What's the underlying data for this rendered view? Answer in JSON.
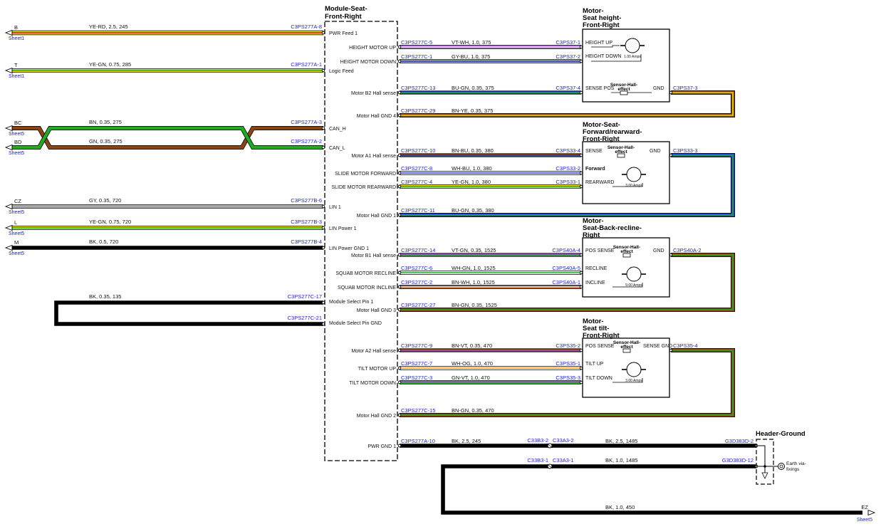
{
  "colors": {
    "YE": "#e8e000",
    "RD": "#e02020",
    "GN": "#22aa22",
    "BN": "#8b4513",
    "GY": "#a9a9a9",
    "BK": "#000000",
    "VT": "#a050d0",
    "WH": "#f4f4f4",
    "BU": "#2040d0",
    "OG": "#ff9900",
    "connector_text": "#1c1ccc"
  },
  "left_wires": [
    {
      "term": "B",
      "sheet": "Sheet1",
      "spec": "YE-RD, 2.5, 245",
      "conn": "C3PS277A-8",
      "pin": "PWR Feed 1",
      "c": [
        "YE",
        "RD"
      ]
    },
    {
      "term": "T",
      "sheet": "Sheet1",
      "spec": "YE-GN, 0.75, 285",
      "conn": "C3PS277A-1",
      "pin": "Logic Feed",
      "c": [
        "YE",
        "GN"
      ]
    },
    {
      "term": "BC",
      "sheet": "Sheet5",
      "spec": "BN, 0.35, 275",
      "conn": "C3PS277A-3",
      "pin": "CAN_H",
      "c": [
        "BN"
      ]
    },
    {
      "term": "BD",
      "sheet": "Sheet5",
      "spec": "GN, 0.35, 275",
      "conn": "C3PS277A-2",
      "pin": "CAN_L",
      "c": [
        "GN"
      ]
    },
    {
      "term": "CZ",
      "sheet": "Sheet5",
      "spec": "GY, 0.35, 720",
      "conn": "C3PS277B-6",
      "pin": "LIN 1",
      "c": [
        "GY"
      ]
    },
    {
      "term": "L",
      "sheet": "Sheet5",
      "spec": "YE-GN, 0.75, 720",
      "conn": "C3PS277B-3",
      "pin": "LIN Power 1",
      "c": [
        "YE",
        "GN"
      ]
    },
    {
      "term": "M",
      "sheet": "Sheet5",
      "spec": "BK, 0.5, 720",
      "conn": "C3PS277B-4",
      "pin": "LIN Power GND 1",
      "c": [
        "BK"
      ]
    }
  ],
  "module_select": {
    "spec": "BK, 0.35, 135",
    "conn1": "C3PS277C-17",
    "pin1": "Module Select Pin 1",
    "conn2": "C3PS277C-21",
    "pin2": "Module Select Pin GND"
  },
  "module": {
    "title1": "Module-Seat-",
    "title2": "Front-Right"
  },
  "right_wires": [
    {
      "pin": "HEIGHT MOTOR UP",
      "conn": "C3PS277C-5",
      "spec": "VT-WH, 1.0, 375",
      "conn2": "C3PS37-1",
      "c": [
        "VT",
        "WH"
      ]
    },
    {
      "pin": "HEIGHT MOTOR DOWN",
      "conn": "C3PS277C-1",
      "spec": "GY-BU, 1.0, 375",
      "conn2": "C3PS37-2",
      "c": [
        "GY",
        "BU"
      ]
    },
    {
      "pin": "Motor B2 Hall sense",
      "conn": "C3PS277C-13",
      "spec": "BU-GN, 0.35, 375",
      "conn2": "C3PS37-4",
      "c": [
        "BU",
        "GN"
      ]
    },
    {
      "pin": "Motor Hall GND 4",
      "conn": "C3PS277C-29",
      "spec": "BN-YE, 0.35, 375",
      "conn2": "",
      "c": [
        "BN",
        "YE"
      ]
    },
    {
      "pin": "Motor A1 Hall sense",
      "conn": "C3PS277C-10",
      "spec": "BN-BU, 0.35, 380",
      "conn2": "C3PS33-4",
      "c": [
        "BN",
        "BU"
      ]
    },
    {
      "pin": "SLIDE MOTOR FORWARD",
      "conn": "C3PS277C-8",
      "spec": "WH-BU, 1.0, 380",
      "conn2": "C3PS33-2",
      "c": [
        "WH",
        "BU"
      ]
    },
    {
      "pin": "SLIDE MOTOR REARWARD",
      "conn": "C3PS277C-4",
      "spec": "YE-GN, 1.0, 380",
      "conn2": "C3PS33-1",
      "c": [
        "YE",
        "GN"
      ]
    },
    {
      "pin": "Motor Hall GND 1",
      "conn": "C3PS277C-11",
      "spec": "BU-GN, 0.35, 380",
      "conn2": "",
      "c": [
        "BU",
        "GN"
      ]
    },
    {
      "pin": "Motor B1 Hall sense",
      "conn": "C3PS277C-14",
      "spec": "VT-GN, 0.35, 1525",
      "conn2": "C3PS40A-4",
      "c": [
        "VT",
        "GN"
      ]
    },
    {
      "pin": "SQUAB MOTOR RECLINE",
      "conn": "C3PS277C-6",
      "spec": "WH-GN, 1.0, 1525",
      "conn2": "C3PS40A-5",
      "c": [
        "WH",
        "GN"
      ]
    },
    {
      "pin": "SQUAB MOTOR INCLINE",
      "conn": "C3PS277C-2",
      "spec": "BN-WH, 1.0, 1525",
      "conn2": "C3PS40A-1",
      "c": [
        "BN",
        "WH"
      ]
    },
    {
      "pin": "Motor Hall GND 3",
      "conn": "C3PS277C-27",
      "spec": "BN-GN, 0.35, 1525",
      "conn2": "",
      "c": [
        "BN",
        "GN"
      ]
    },
    {
      "pin": "Motor A2 Hall sense",
      "conn": "C3PS277C-9",
      "spec": "BN-VT, 0.35, 470",
      "conn2": "C3PS35-2",
      "c": [
        "BN",
        "VT"
      ]
    },
    {
      "pin": "TILT MOTOR UP",
      "conn": "C3PS277C-7",
      "spec": "WH-OG, 1.0, 470",
      "conn2": "C3PS35-1",
      "c": [
        "WH",
        "OG"
      ]
    },
    {
      "pin": "TILT MOTOR DOWN",
      "conn": "C3PS277C-3",
      "spec": "GN-VT, 1.0, 470",
      "conn2": "C3PS35-3",
      "c": [
        "GN",
        "VT"
      ]
    },
    {
      "pin": "Motor Hall GND 2",
      "conn": "C3PS277C-15",
      "spec": "BN-GN, 0.35, 470",
      "conn2": "",
      "c": [
        "BN",
        "GN"
      ]
    }
  ],
  "motors": [
    {
      "title": [
        "Motor-",
        "Seat height-",
        "Front-Right"
      ],
      "labels": [
        "HEIGHT UP",
        "HEIGHT DOWN",
        "SENSE POS",
        "GND"
      ],
      "amps": "1.00 Amps",
      "hall": [
        "Sensor-Hall-",
        "effect"
      ],
      "gnd_conn": "C3PS37-3",
      "strong": false
    },
    {
      "title": [
        "Motor-Seat-",
        "Forward/rearward-",
        "Front-Right"
      ],
      "labels": [
        "SENSE",
        "GND",
        "Forward",
        "REARWARD"
      ],
      "amps": "3.00 Amps",
      "hall": [
        "Sensor-Hall-",
        "effect"
      ],
      "gnd_conn": "C3PS33-3",
      "strong": true
    },
    {
      "title": [
        "Motor-",
        "Seat-Back-recline-",
        "Right"
      ],
      "labels": [
        "POS SENSE",
        "GND",
        "RECLINE",
        "INCLINE"
      ],
      "amps": "9.00 Amps",
      "hall": [
        "Sensor-Hall-",
        "effect"
      ],
      "gnd_conn": "C3PS40A-2",
      "strong": false
    },
    {
      "title": [
        "Motor-",
        "Seat tilt-",
        "Front-Right"
      ],
      "labels": [
        "POS SENSE",
        "SENSE GND",
        "TILT UP",
        "TILT DOWN"
      ],
      "amps": "3.00 Amps",
      "hall": [
        "Sensor-Hall-",
        "effect"
      ],
      "gnd_conn": "C3PS35-4",
      "strong": false
    }
  ],
  "ground": {
    "pin": "PWR GND 1",
    "w1_conn": "C3PS277A-10",
    "w1_spec": "BK, 2.5, 245",
    "inline_a1": "C33B3-2",
    "inline_a2": "C33A3-2",
    "w2_spec": "BK, 2.5, 1485",
    "w2_conn": "G3D383D-2",
    "inline_b1": "C33B3-1",
    "inline_b2": "C33A3-1",
    "w3_spec": "BK, 1.0, 1485",
    "w3_conn": "G3D383D-12",
    "w4_spec": "BK, 1.0, 450",
    "header_title": "Header-Ground",
    "earth_1": "Earth via-",
    "earth_2": "fixings",
    "ez_term": "EZ",
    "ez_sheet": "Sheet5"
  }
}
